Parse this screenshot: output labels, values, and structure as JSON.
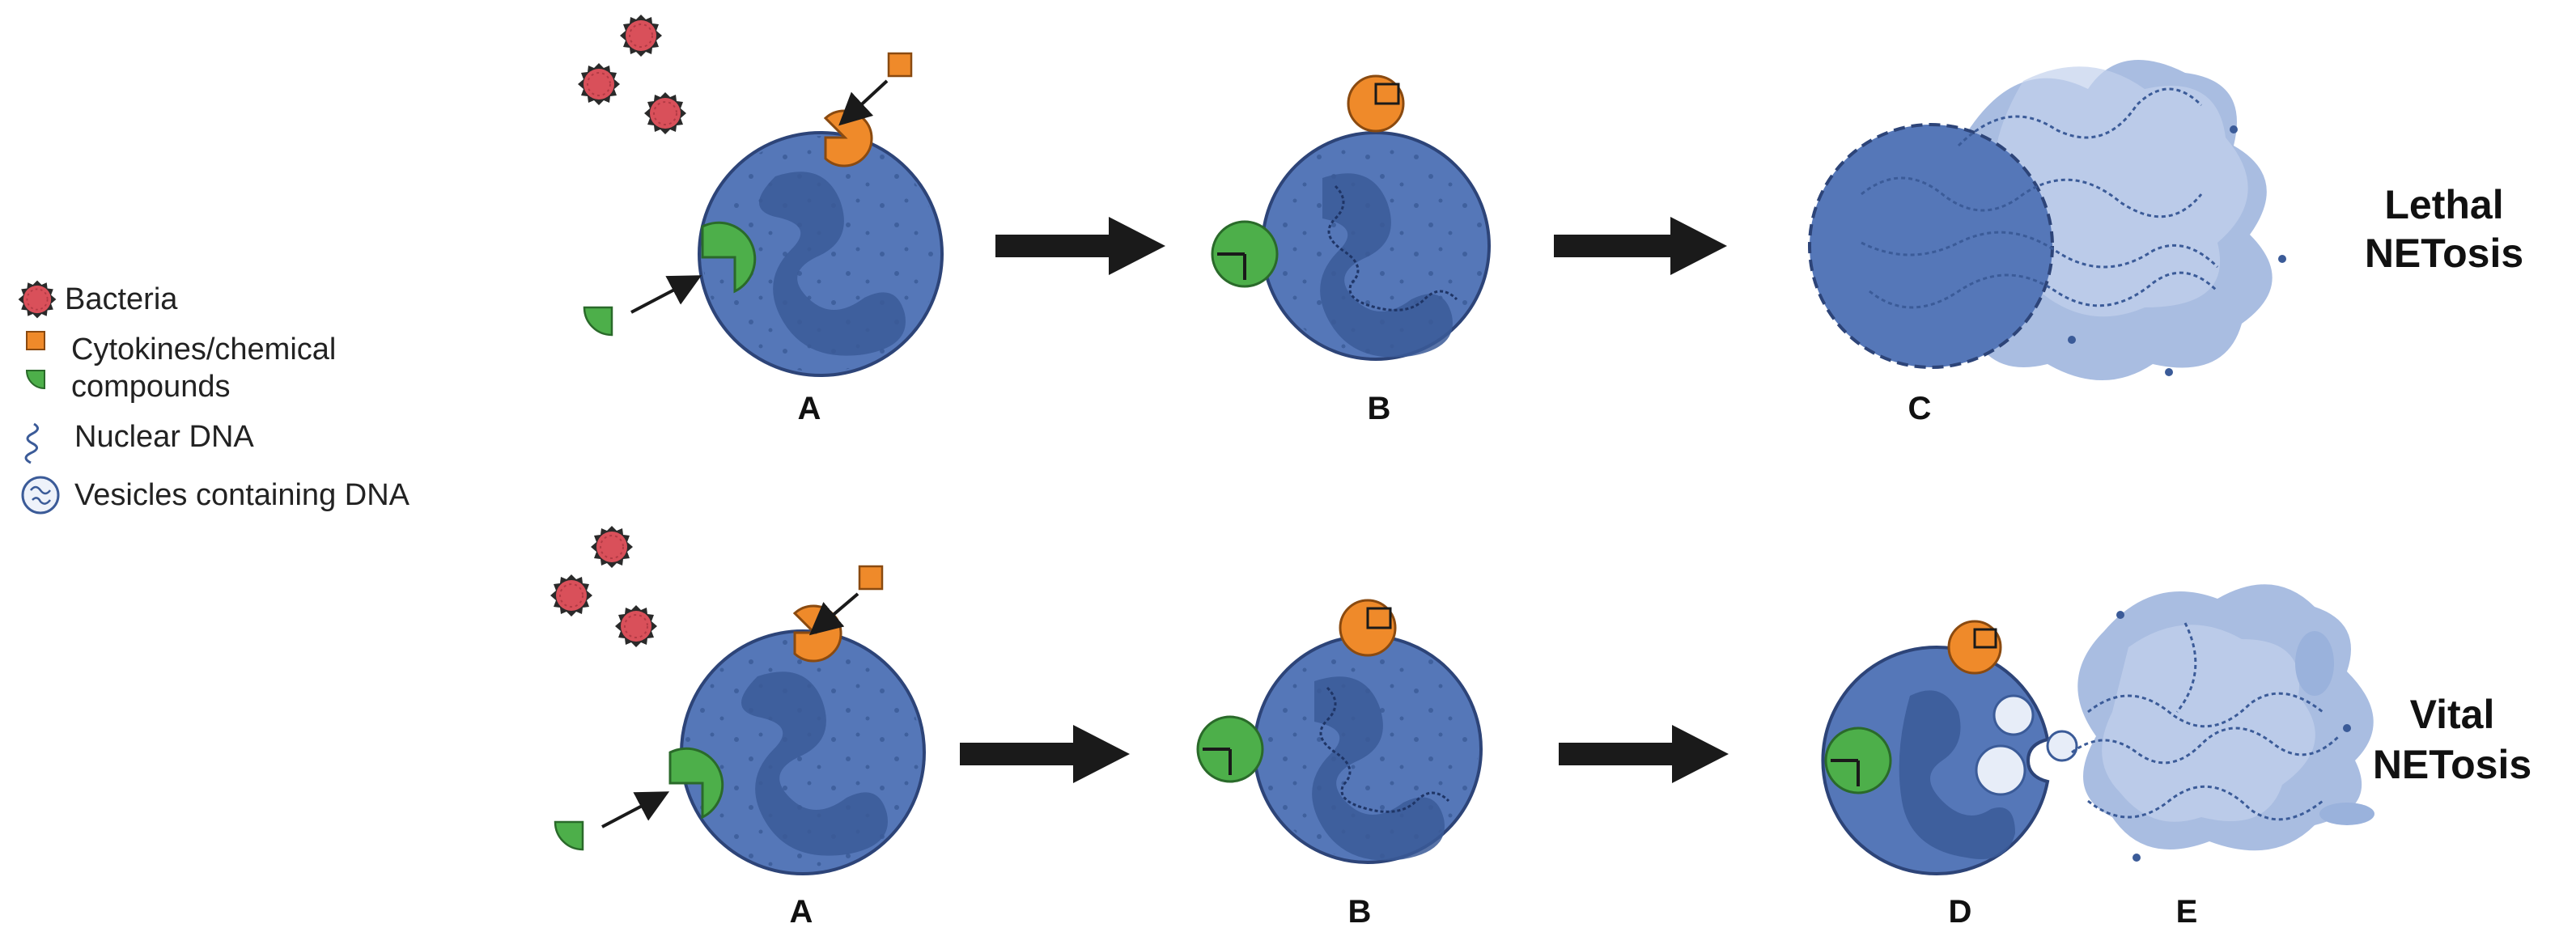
{
  "legend": {
    "bacteria": "Bacteria",
    "cytokines_line1": "Cytokines/chemical",
    "cytokines_line2": "compounds",
    "nuclear_dna": "Nuclear DNA",
    "vesicles": "Vesicles containing DNA"
  },
  "lethal_row": {
    "title_line1": "Lethal",
    "title_line2": "NETosis",
    "stage_a": "A",
    "stage_b": "B",
    "stage_c": "C"
  },
  "vital_row": {
    "title_line1": "Vital",
    "title_line2": "NETosis",
    "stage_a": "A",
    "stage_b": "B",
    "stage_d": "D",
    "stage_e": "E"
  },
  "colors": {
    "cell": "#5577b8",
    "cell_dark": "#3e5e9c",
    "nucleus": "#3b5b98",
    "receptor_orange": "#ef8a2a",
    "receptor_green": "#4daf4a",
    "bacteria": "#d9505a",
    "net_cloud": "#9ab2dc",
    "arrow": "#1a1a1a"
  }
}
